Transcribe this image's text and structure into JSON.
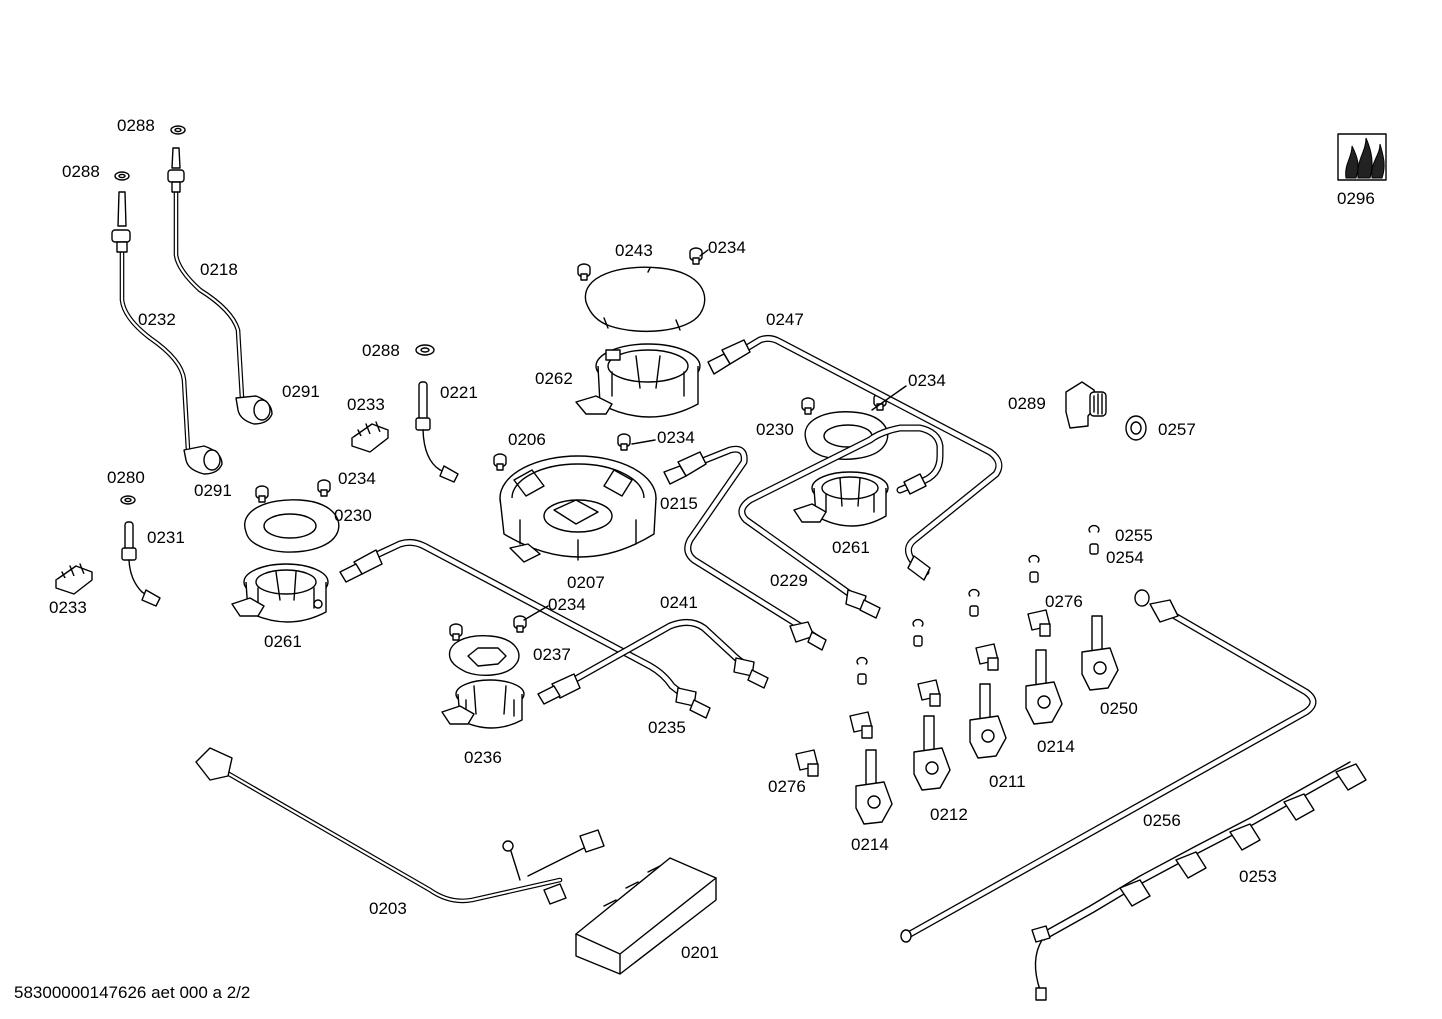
{
  "labels": {
    "p0288a": "0288",
    "p0288b": "0288",
    "p0288c": "0288",
    "p0218": "0218",
    "p0232": "0232",
    "p0291a": "0291",
    "p0291b": "0291",
    "p0233a": "0233",
    "p0233b": "0233",
    "p0221": "0221",
    "p0280": "0280",
    "p0231": "0231",
    "p0234a": "0234",
    "p0234b": "0234",
    "p0234c": "0234",
    "p0234d": "0234",
    "p0234e": "0234",
    "p0230a": "0230",
    "p0230b": "0230",
    "p0261a": "0261",
    "p0261b": "0261",
    "p0243": "0243",
    "p0262": "0262",
    "p0206": "0206",
    "p0207": "0207",
    "p0215": "0215",
    "p0247": "0247",
    "p0289": "0289",
    "p0257": "0257",
    "p0296": "0296",
    "p0229": "0229",
    "p0241": "0241",
    "p0237": "0237",
    "p0235": "0235",
    "p0236": "0236",
    "p0255": "0255",
    "p0254": "0254",
    "p0276a": "0276",
    "p0276b": "0276",
    "p0250": "0250",
    "p0214a": "0214",
    "p0214b": "0214",
    "p0211": "0211",
    "p0212": "0212",
    "p0256": "0256",
    "p0253": "0253",
    "p0203": "0203",
    "p0201": "0201"
  },
  "footer": "58300000147626 aet 000 a 2/2"
}
